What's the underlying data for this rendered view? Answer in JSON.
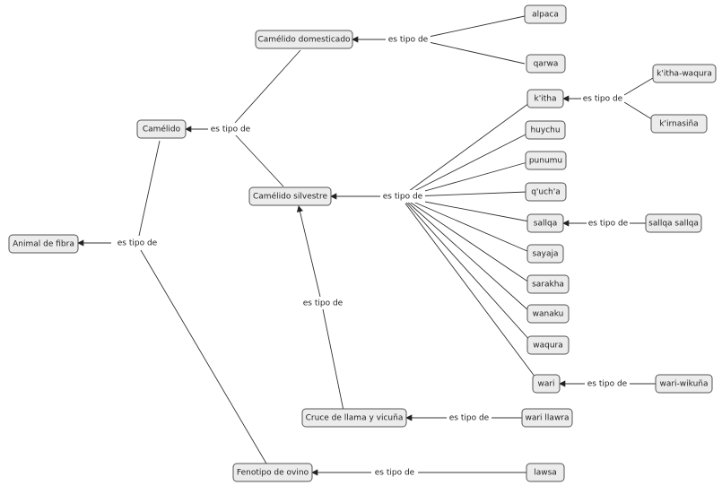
{
  "diagram": {
    "relation_label": "es tipo de",
    "nodes": {
      "animal_fibra": "Animal de fibra",
      "camelido": "Camélido",
      "cam_domesticado": "Camélido domesticado",
      "cam_silvestre": "Camélido silvestre",
      "fenotipo_ovino": "Fenotipo de ovino",
      "cruce": "Cruce de llama y vicuña",
      "alpaca": "alpaca",
      "llama": "qarwa",
      "kitha": "k'itha",
      "kitha_waqura": "k'itha-waqura",
      "kirnasina": "k'irnasiña",
      "huychu": "huychu",
      "punumu": "punumu",
      "qucha": "q'uch'a",
      "sallqa": "sallqa",
      "sallqa_sallqa": "sallqa sallqa",
      "sayaja": "sayaja",
      "sarakha": "sarakha",
      "wanaku": "wanaku",
      "waqura": "waqura",
      "wari": "wari",
      "wari_wikuna": "wari-wikuña",
      "wari_llawra": "wari llawra",
      "lawsa": "lawsa"
    }
  }
}
